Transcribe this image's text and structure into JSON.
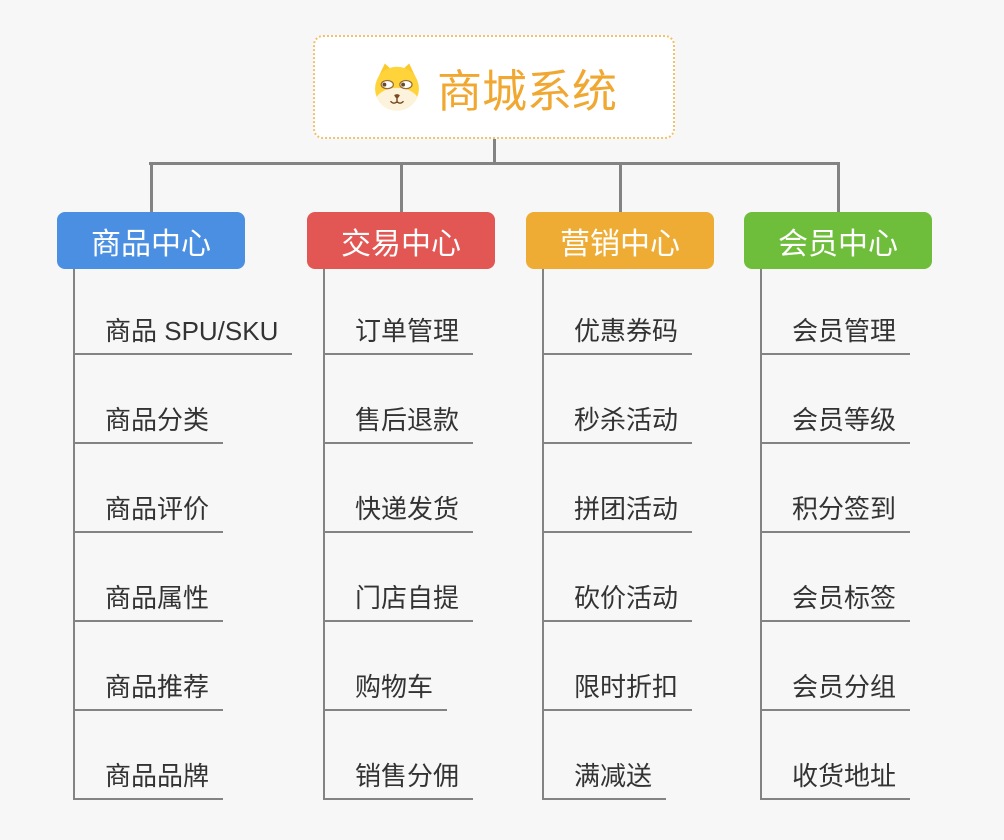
{
  "canvas": {
    "background": "#f7f7f7",
    "connector_color": "#838383"
  },
  "root": {
    "title": "商城系统",
    "text_color": "#f0a832",
    "border_color": "#f3c06e",
    "icon": "dog-face-icon"
  },
  "branches": [
    {
      "label": "商品中心",
      "color": "#4b8fe2",
      "children": [
        "商品 SPU/SKU",
        "商品分类",
        "商品评价",
        "商品属性",
        "商品推荐",
        "商品品牌"
      ]
    },
    {
      "label": "交易中心",
      "color": "#e25653",
      "children": [
        "订单管理",
        "售后退款",
        "快递发货",
        "门店自提",
        "购物车",
        "销售分佣"
      ]
    },
    {
      "label": "营销中心",
      "color": "#efac34",
      "children": [
        "优惠券码",
        "秒杀活动",
        "拼团活动",
        "砍价活动",
        "限时折扣",
        "满减送"
      ]
    },
    {
      "label": "会员中心",
      "color": "#6ebe3c",
      "children": [
        "会员管理",
        "会员等级",
        "积分签到",
        "会员标签",
        "会员分组",
        "收货地址"
      ]
    }
  ]
}
